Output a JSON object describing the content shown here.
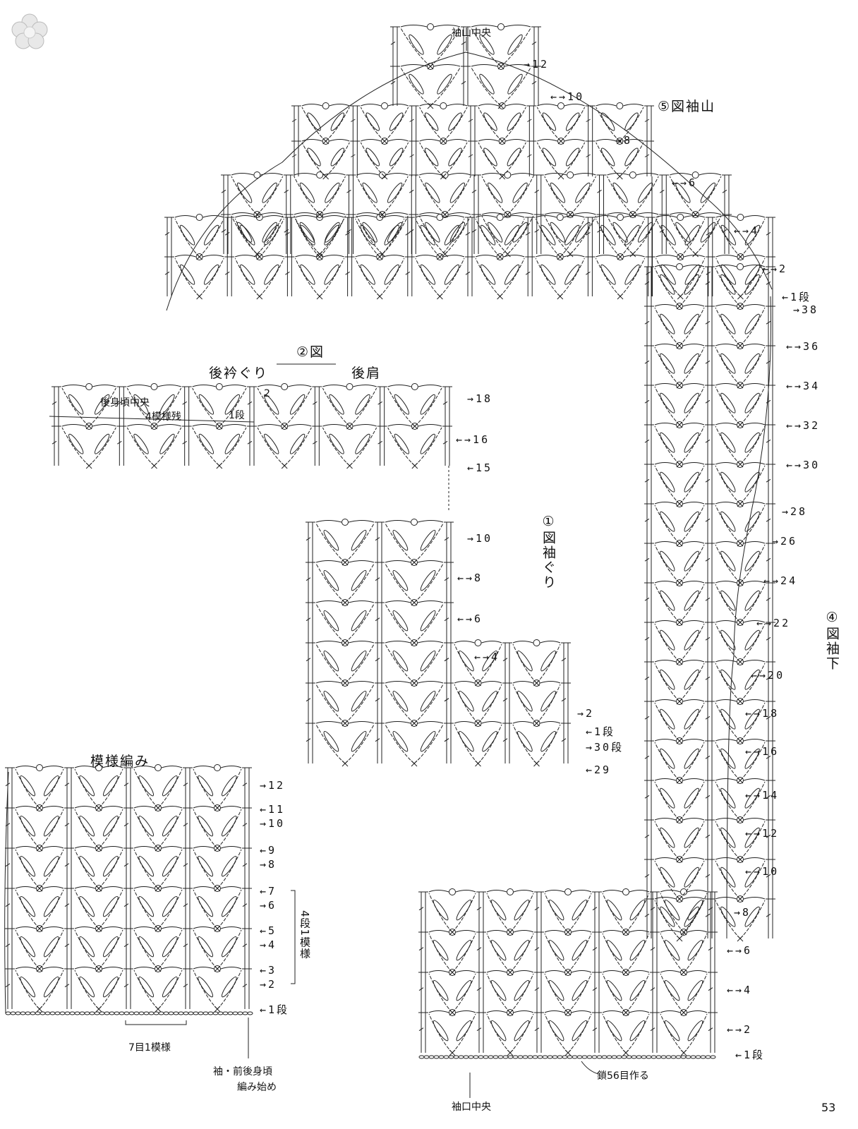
{
  "page_number": "53",
  "diagrams": {
    "sleeve_cap": {
      "title": "⑤図袖山",
      "center_label": "袖山中央",
      "row_labels": [
        "→12",
        "←→10",
        "→8",
        "←→6",
        "←→4",
        "←→2",
        "←1段"
      ]
    },
    "back_neck": {
      "title": "②図",
      "left_label": "後衿ぐり",
      "right_label": "後肩",
      "center_label": "後身頃中央",
      "remaining_label": "4模様残",
      "row1_label": "1段",
      "row2_label": "2",
      "row_labels": [
        "→18",
        "←→16",
        "←15"
      ]
    },
    "armhole": {
      "title": "①図袖ぐり",
      "row_labels": [
        "→10",
        "←→8",
        "←→6",
        "←→4",
        "→2",
        "←1段",
        "→30段",
        "←29"
      ]
    },
    "underarm": {
      "title": "④図袖下",
      "row_labels": [
        "→38",
        "←→36",
        "←→34",
        "←→32",
        "←→30",
        "→28",
        "→26",
        "←→24",
        "←→22",
        "←→20",
        "←→18",
        "←→16",
        "←→14",
        "←→12",
        "←→10",
        "→8",
        "←→6",
        "←→4",
        "←→2",
        "←1段"
      ]
    },
    "sleeve_cuff": {
      "cuff_center_label": "袖口中央",
      "chain_label": "鎖56目作る"
    },
    "pattern": {
      "title": "模様編み",
      "repeat_label": "7目1模様",
      "start_label_1": "袖・前後身頃",
      "start_label_2": "編み始め",
      "rows_label": "4段1模様",
      "row_labels": [
        "→12",
        "←11",
        "→10",
        "←9",
        "→8",
        "←7",
        "→6",
        "←5",
        "→4",
        "←3",
        "→2",
        "←1段"
      ]
    }
  },
  "icon": "flower-icon"
}
